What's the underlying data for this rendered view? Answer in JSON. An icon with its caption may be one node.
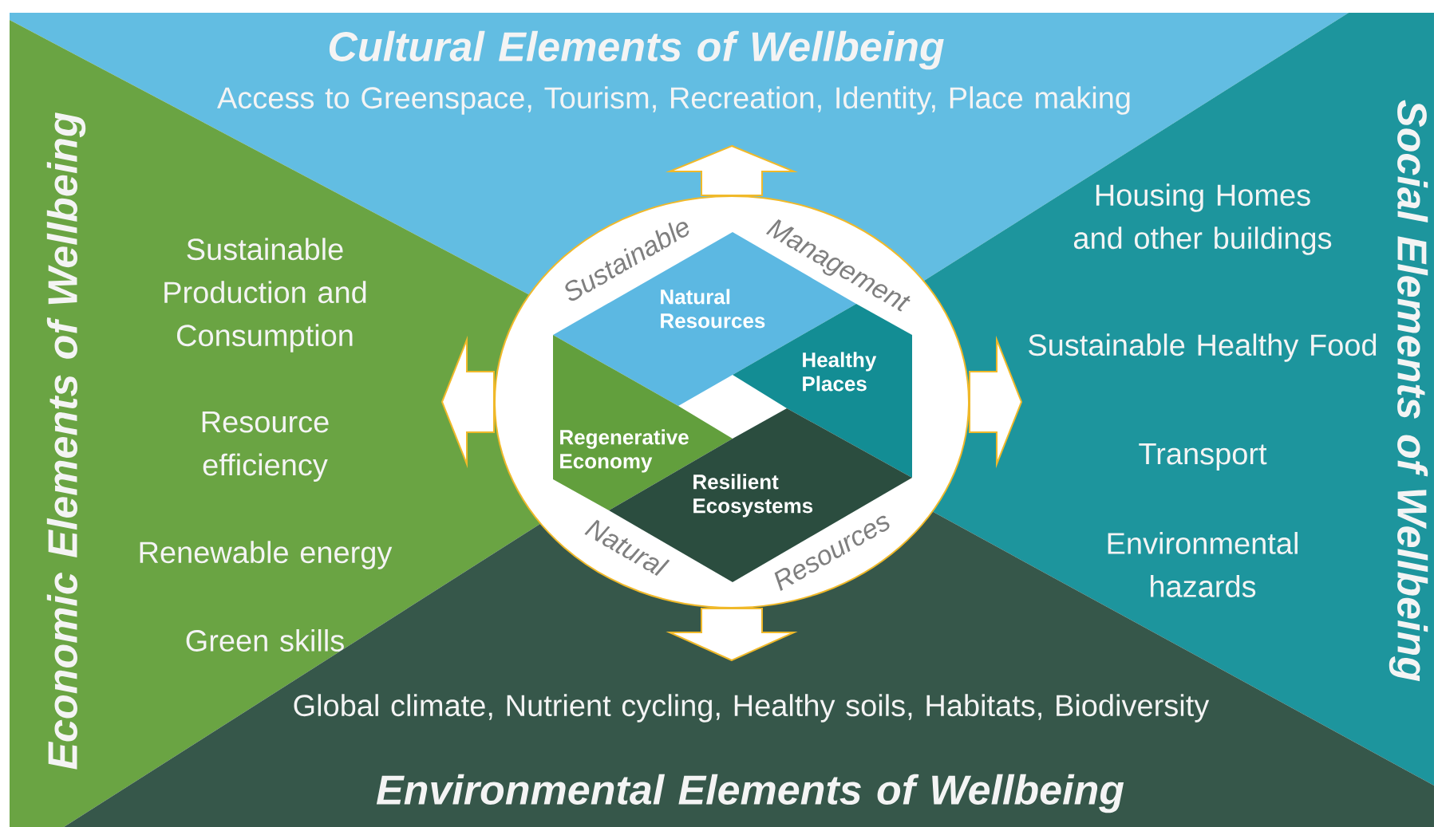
{
  "diagram": {
    "nodes": [
      {
        "text": [
          "Cultural Elements of Wellbeing",
          "Access to Greenspace, Tourism, Recreation, Identity, Place making"
        ]
      },
      {
        "text": [
          "Economic Elements of Wellbeing",
          "Sustainable Production and Consumption",
          "Resource efficiency",
          "Renewable energy",
          "Green skills"
        ]
      },
      {
        "text": [
          "Social Elements of Wellbeing",
          "Housing Homes and other buildings",
          "Sustainable Healthy Food",
          "Transport",
          "Environmental hazards"
        ]
      },
      {
        "text": [
          "Global climate, Nutrient cycling, Healthy soils, Habitats, Biodiversity",
          "Environmental Elements of Wellbeing"
        ]
      },
      {
        "text": [
          "Sustainable",
          "Management",
          "Natural",
          "Resources"
        ]
      },
      {
        "text": [
          "Natural Resources"
        ]
      },
      {
        "text": [
          "Healthy Places"
        ]
      },
      {
        "text": [
          "Regenerative Economy"
        ]
      },
      {
        "text": [
          "Resilient Ecosystems"
        ]
      }
    ],
    "edges": [
      {
        "from": 4,
        "to": null,
        "arrow": "to"
      },
      {
        "from": 4,
        "to": null,
        "arrow": "to"
      },
      {
        "from": 4,
        "to": null,
        "arrow": "to"
      },
      {
        "from": 4,
        "to": null,
        "arrow": "to"
      }
    ]
  }
}
